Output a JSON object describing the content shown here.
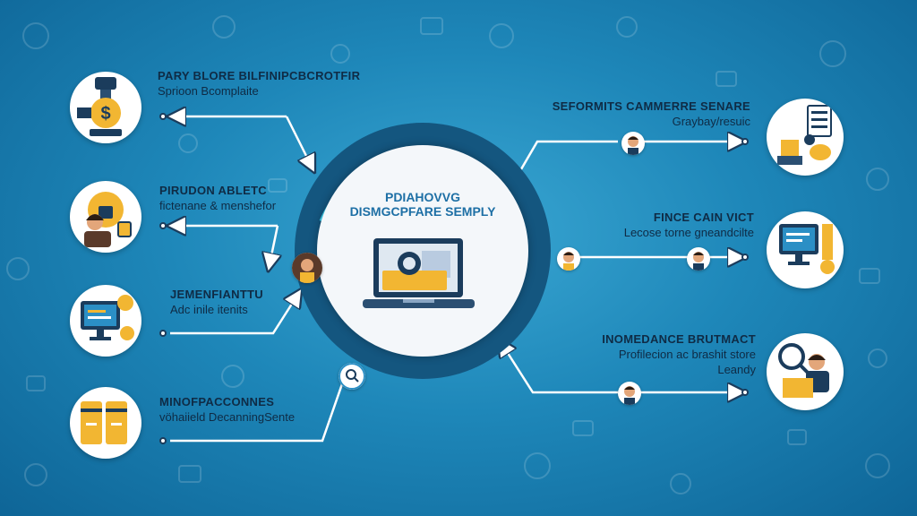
{
  "center": {
    "line1": "PDIAHOVVG",
    "line2": "DISMGCPFARE SEMPLY"
  },
  "left_items": [
    {
      "title": "PARY BLORE BILFINIPCBCROTFIR",
      "subtitle": "Sprioon Bcomplaite",
      "icon": "money-bag-machine-icon"
    },
    {
      "title": "PIRUDON ABLETC",
      "subtitle": "fictenane & menshefor",
      "icon": "person-lock-icon"
    },
    {
      "title": "JEMENFIANTTU",
      "subtitle": "Adc inile itenits",
      "icon": "monitor-coins-icon"
    },
    {
      "title": "MINOFPACCONNES",
      "subtitle": "vöhaiield DecanningSente",
      "icon": "document-boxes-icon"
    }
  ],
  "right_items": [
    {
      "title": "SEFORMITS CAMMERRE SENARE",
      "subtitle": "Graybay/resuic",
      "icon": "checklist-piggy-icon"
    },
    {
      "title": "FINCE CAIN VICT",
      "subtitle": "Lecose torne gneandcilte",
      "icon": "computer-coins-icon"
    },
    {
      "title": "INOMEDANCE BRUTMACT",
      "subtitle": "Profilecion ac brashit store",
      "subtitle2": "Leandy",
      "icon": "person-magnifier-icon"
    }
  ],
  "colors": {
    "background": "#1e87b9",
    "accent": "#f2b632",
    "dark": "#1b3c5c",
    "text": "#0f2b45",
    "center_title": "#1d6fa5"
  }
}
